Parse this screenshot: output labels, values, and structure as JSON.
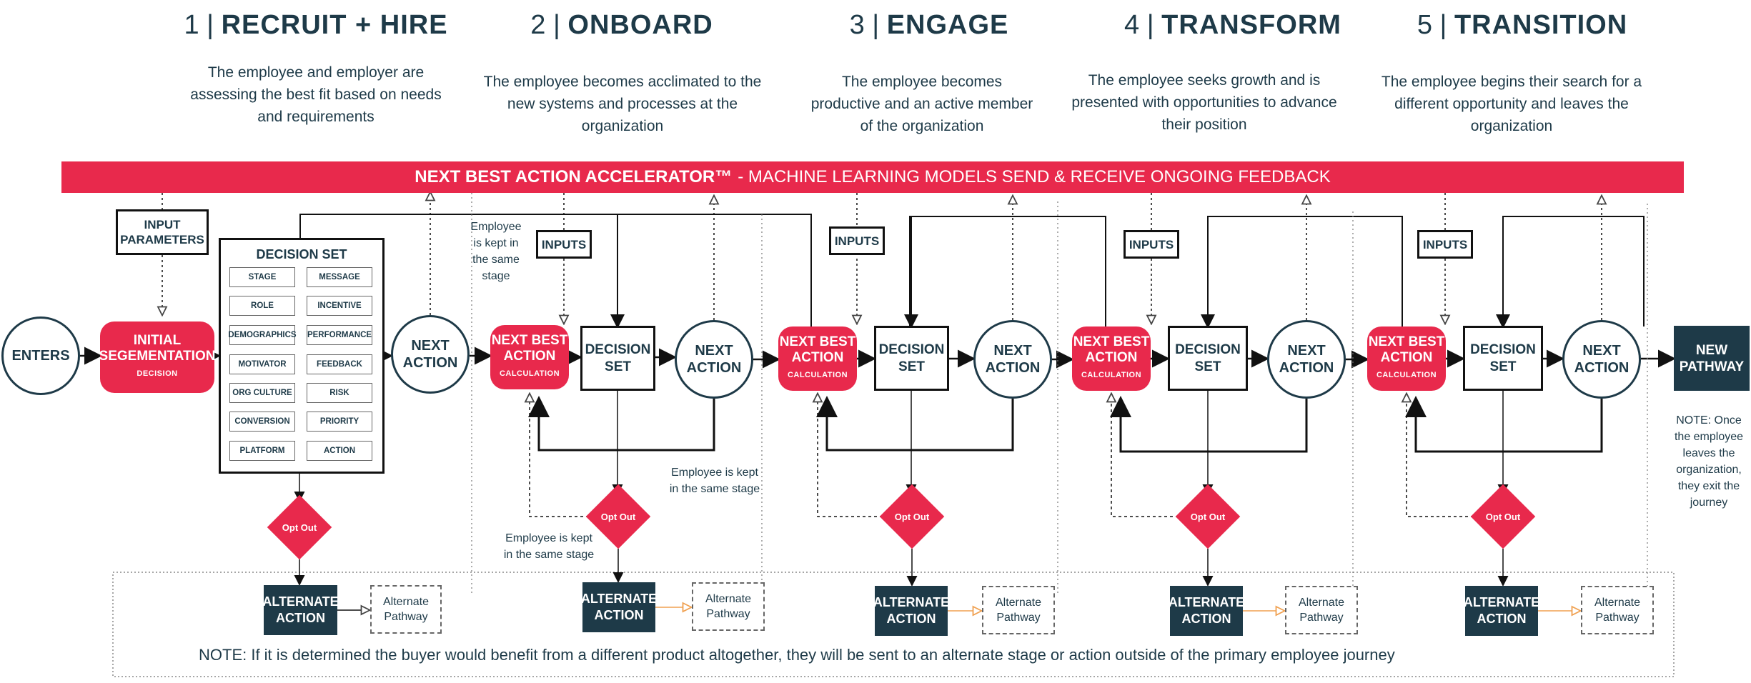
{
  "stages": [
    {
      "num": "1 |",
      "name": "RECRUIT + HIRE",
      "desc": "The employee and employer are assessing the best fit based on needs and requirements"
    },
    {
      "num": "2 |",
      "name": "ONBOARD",
      "desc": "The employee becomes acclimated to the new systems and processes at the organization"
    },
    {
      "num": "3 |",
      "name": "ENGAGE",
      "desc": "The employee becomes productive and an active member of the organization"
    },
    {
      "num": "4 |",
      "name": "TRANSFORM",
      "desc": "The employee seeks growth and is presented with opportunities to advance their position"
    },
    {
      "num": "5 |",
      "name": "TRANSITION",
      "desc": "The employee begins their search for a different opportunity and leaves the organization"
    }
  ],
  "banner": {
    "bold": "NEXT BEST ACTION ACCELERATOR™",
    "rest": "- MACHINE LEARNING MODELS SEND & RECEIVE ONGOING FEEDBACK"
  },
  "flow": {
    "enters": "ENTERS",
    "initial_title": "INITIAL SEGEMENTATION",
    "initial_sub": "DECISION",
    "input_parameters": "INPUT PARAMETERS",
    "decision_set_title": "DECISION SET",
    "decision_set_items": [
      "STAGE",
      "MESSAGE",
      "ROLE",
      "INCENTIVE",
      "DEMOGRAPHICS",
      "PERFORMANCE",
      "MOTIVATOR",
      "FEEDBACK",
      "ORG CULTURE",
      "RISK",
      "CONVERSION",
      "PRIORITY",
      "PLATFORM",
      "ACTION"
    ],
    "next_action": "NEXT ACTION",
    "nba_title": "NEXT BEST ACTION",
    "nba_sub": "CALCULATION",
    "decision_set": "DECISION SET",
    "inputs": "INPUTS",
    "new_pathway": "NEW PATHWAY",
    "opt_out": "Opt Out",
    "alternate_action": "ALTERNATE ACTION",
    "alternate_pathway": "Alternate Pathway"
  },
  "notes": {
    "kept_vertical": "Employee is kept in the same stage",
    "kept_right": "Employee is kept in the same stage",
    "kept_below": "Employee is kept in the same stage",
    "exit": "NOTE: Once the employee leaves the organization, they exit the journey",
    "bottom": "NOTE: If it is determined the buyer would benefit from a different product altogether, they will be sent to an alternate stage or action outside of the primary employee journey"
  },
  "colors": {
    "accent_red": "#e8294c",
    "navy": "#1e3a48",
    "orange_arrow": "#f0a050"
  }
}
